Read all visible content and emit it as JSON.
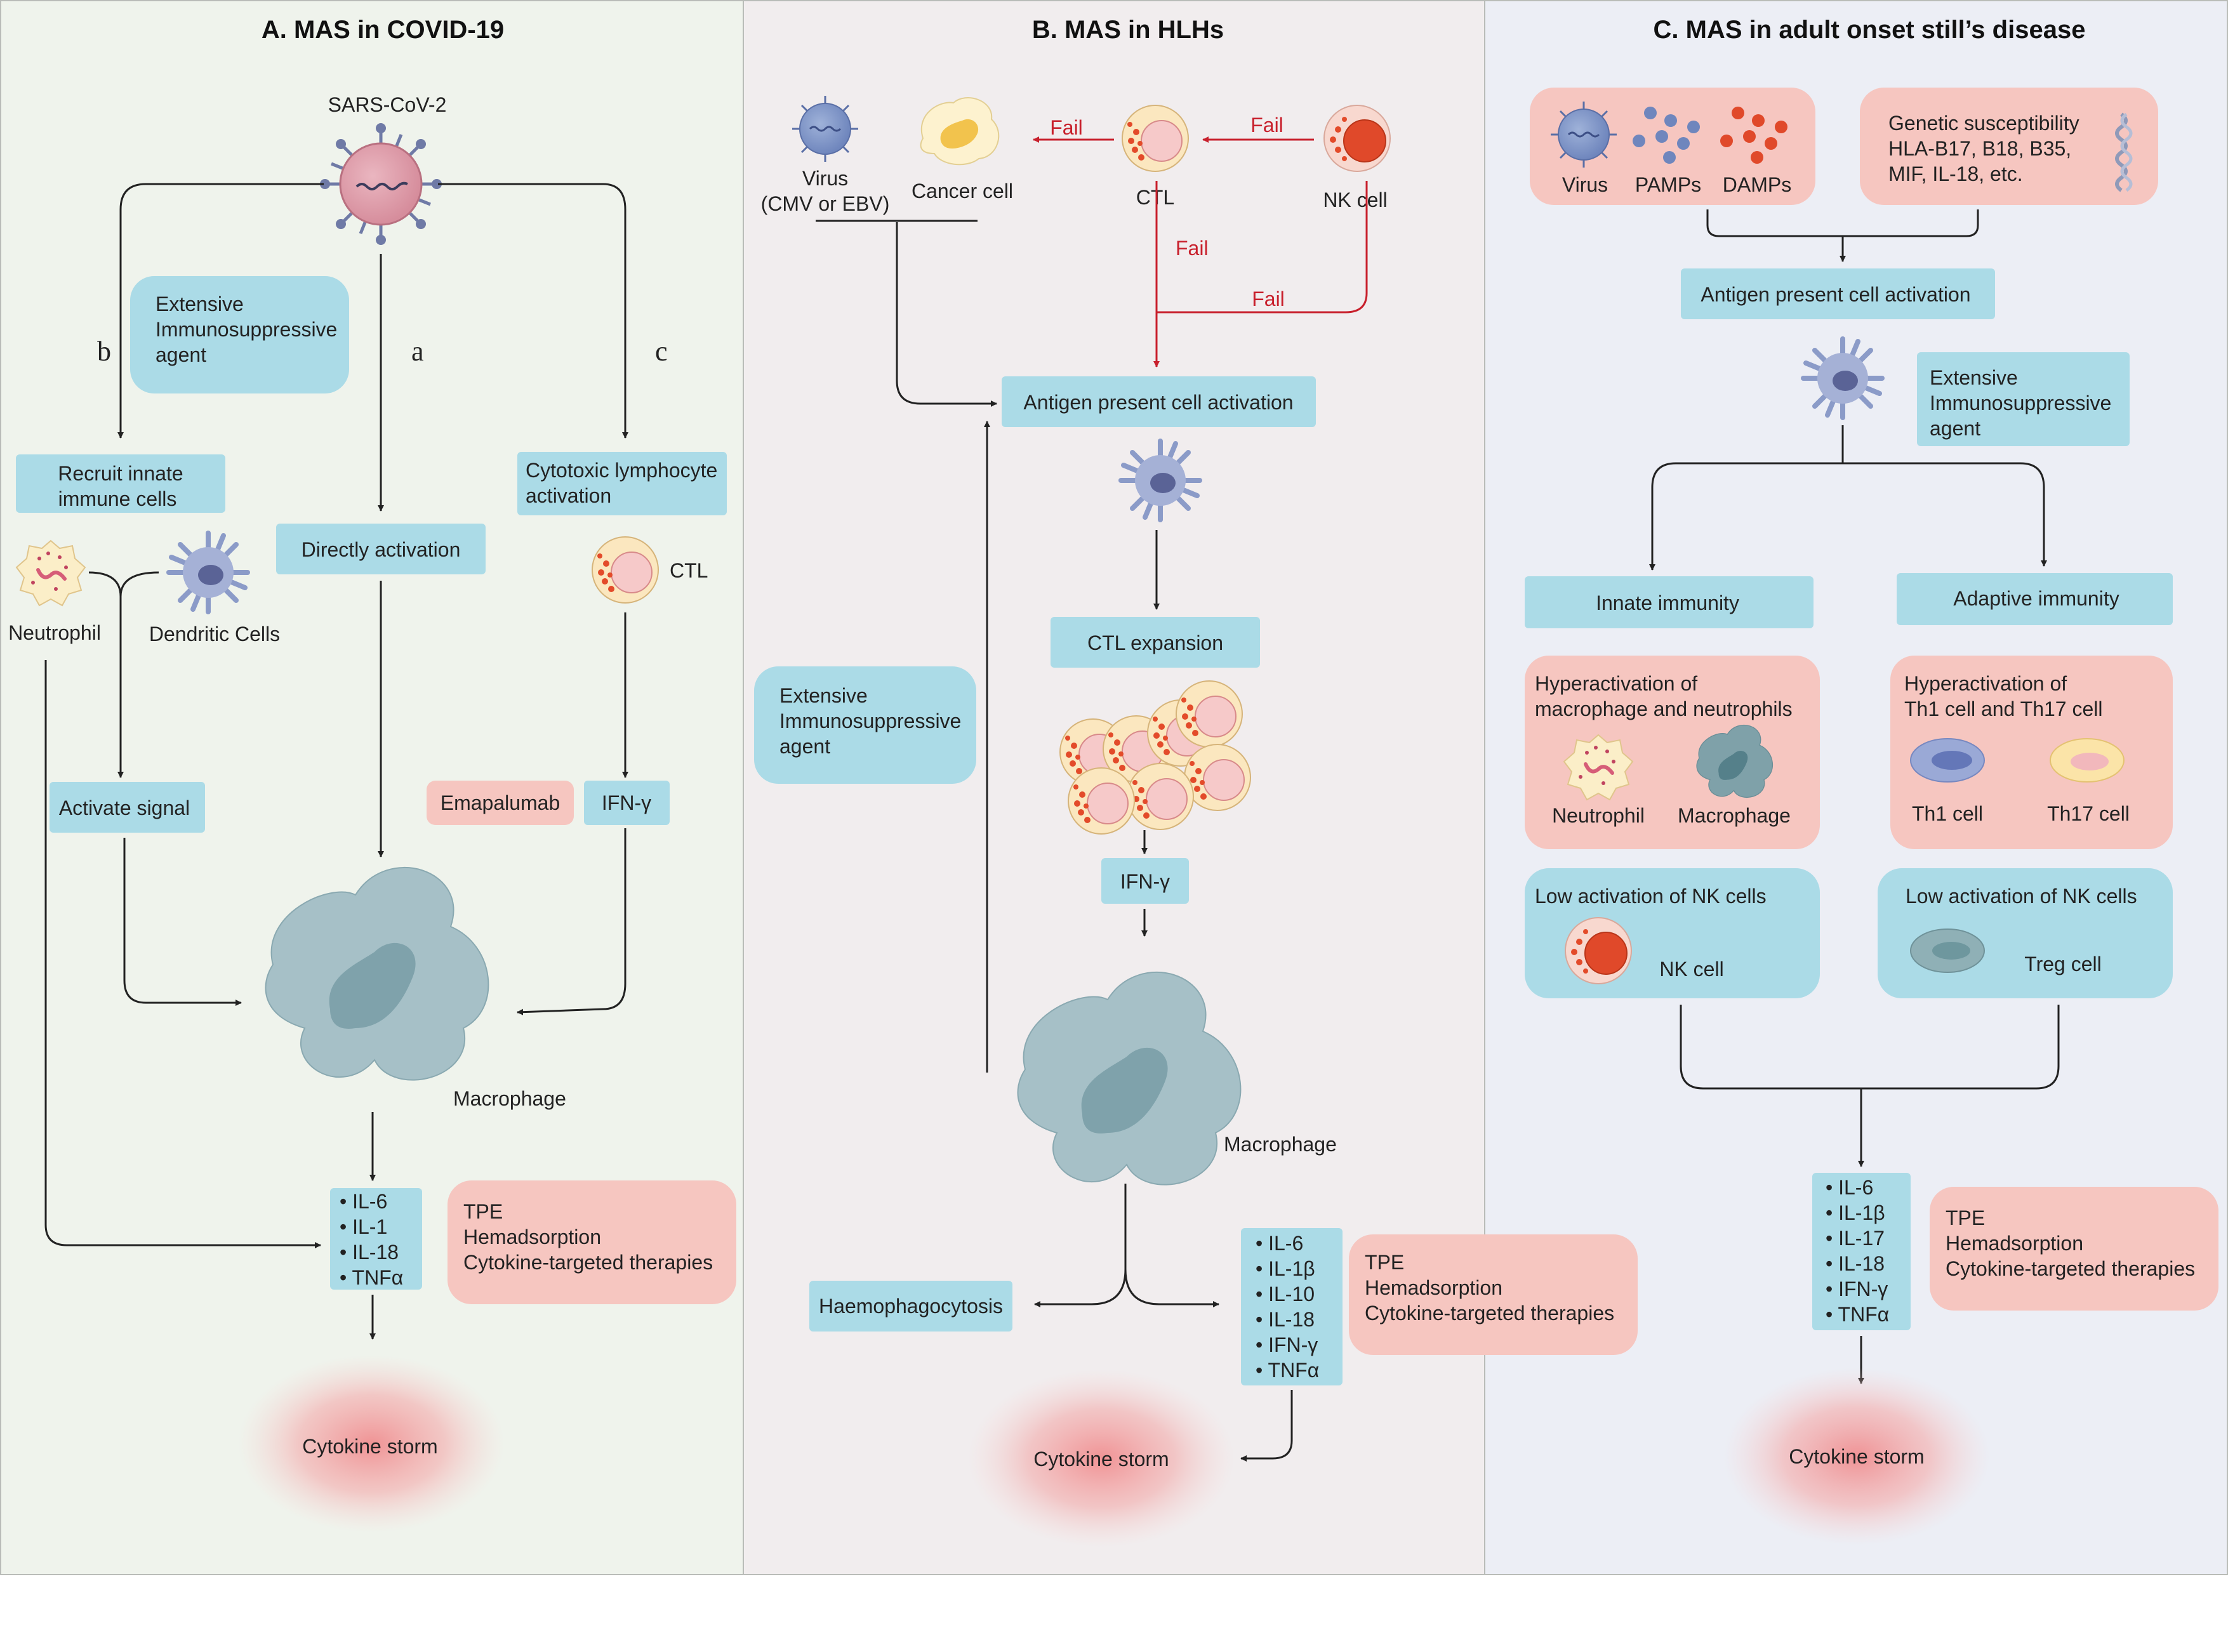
{
  "colors": {
    "panel_a": "#eff3ec",
    "panel_b": "#f1edee",
    "panel_c": "#eceef5",
    "blue_box": "#abdbe7",
    "pink_box": "#f6c6c0",
    "red_arrow": "#c8202c",
    "macrophage": "#a9c3ca",
    "storm": "#f3b6b6"
  },
  "panels": [
    {
      "title": "A. MAS in COVID-19",
      "virus_label": "SARS-CoV-2",
      "paths": {
        "a": "a",
        "b": "b",
        "c": "c"
      },
      "immunosuppressive": [
        "Extensive",
        "Immunosuppressive",
        "agent"
      ],
      "recruit": [
        "Recruit innate",
        "immune cells"
      ],
      "directly": "Directly activation",
      "cytotoxic": [
        "Cytotoxic lymphocyte",
        "activation"
      ],
      "neutrophil": "Neutrophil",
      "dendritic": "Dendritic Cells",
      "ctl": "CTL",
      "activate_signal": "Activate signal",
      "emapalumab": "Emapalumab",
      "ifn": "IFN-γ",
      "macrophage": "Macrophage",
      "cytokines": [
        "• IL-6",
        "• IL-1",
        "• IL-18",
        "• TNFα"
      ],
      "therapies": [
        "TPE",
        "Hemadsorption",
        "Cytokine-targeted therapies"
      ],
      "storm": "Cytokine storm"
    },
    {
      "title": "B. MAS in HLHs",
      "virus": [
        "Virus",
        "(CMV or EBV)"
      ],
      "cancer": "Cancer cell",
      "ctl": "CTL",
      "nk": "NK cell",
      "fail": "Fail",
      "apc": "Antigen present cell activation",
      "ctl_expansion": "CTL expansion",
      "immunosuppressive": [
        "Extensive",
        "Immunosuppressive",
        "agent"
      ],
      "ifn": "IFN-γ",
      "macrophage": "Macrophage",
      "haemo": "Haemophagocytosis",
      "cytokines": [
        "• IL-6",
        "• IL-1β",
        "• IL-10",
        "• IL-18",
        "• IFN-γ",
        "• TNFα"
      ],
      "therapies": [
        "TPE",
        "Hemadsorption",
        "Cytokine-targeted therapies"
      ],
      "storm": "Cytokine storm"
    },
    {
      "title": "C. MAS in adult onset still’s disease",
      "triggers": [
        "Virus",
        "PAMPs",
        "DAMPs"
      ],
      "genetic": [
        "Genetic susceptibility",
        "HLA-B17, B18, B35,",
        "MIF, IL-18, etc."
      ],
      "apc": "Antigen present cell activation",
      "immunosuppressive": [
        "Extensive",
        "Immunosuppressive",
        "agent"
      ],
      "innate": "Innate immunity",
      "adaptive": "Adaptive immunity",
      "hyper_innate": [
        "Hyperactivation of",
        "macrophage and neutrophils"
      ],
      "neutrophil": "Neutrophil",
      "macrophage": "Macrophage",
      "hyper_adaptive": [
        "Hyperactivation of",
        "Th1 cell and Th17 cell"
      ],
      "th1": "Th1 cell",
      "th17": "Th17 cell",
      "low_nk": "Low activation of NK cells",
      "nk": "NK cell",
      "treg": "Treg cell",
      "cytokines": [
        "• IL-6",
        "• IL-1β",
        "• IL-17",
        "• IL-18",
        "• IFN-γ",
        "• TNFα"
      ],
      "therapies": [
        "TPE",
        "Hemadsorption",
        "Cytokine-targeted therapies"
      ],
      "storm": "Cytokine storm"
    }
  ]
}
